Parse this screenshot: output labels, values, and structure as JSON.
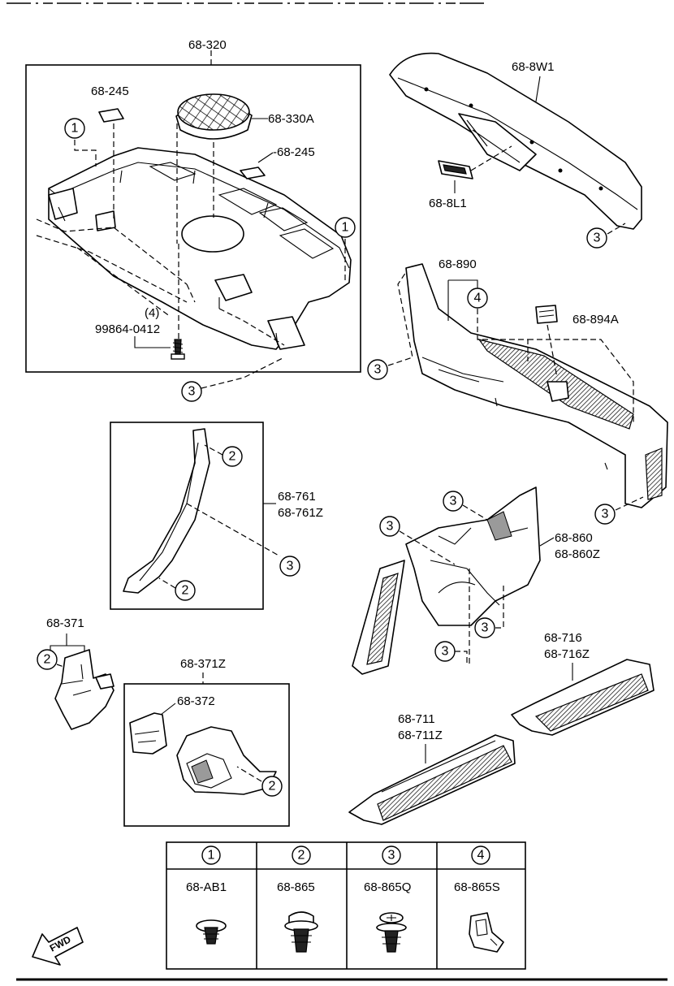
{
  "labels": {
    "shelf_group": "68-320",
    "shelf_clip_left": "68-245",
    "shelf_clip_right": "-68-245",
    "speaker_grille": "68-330A",
    "screw_qty": "(4)",
    "screw": "99864-0412",
    "upper_trim": "68-8W1",
    "upper_trim_lamp": "68-8L1",
    "side_trim": "68-890",
    "side_trim_clip": "68-894A",
    "pillar_trim": "68-761",
    "pillar_trim_alt": "68-761Z",
    "quarter_trim": "68-860",
    "quarter_trim_alt": "68-860Z",
    "lh_trim": "68-371",
    "rh_trim_group": "68-371Z",
    "rh_trim": "68-372",
    "rear_plate": "68-716",
    "rear_plate_alt": "68-716Z",
    "front_plate": "68-711",
    "front_plate_alt": "68-711Z",
    "fwd": "FWD"
  },
  "callouts": [
    "1",
    "2",
    "3",
    "4"
  ],
  "fastener_table": {
    "columns": [
      {
        "key": "1",
        "part": "68-AB1"
      },
      {
        "key": "2",
        "part": "68-865"
      },
      {
        "key": "3",
        "part": "68-865Q"
      },
      {
        "key": "4",
        "part": "68-865S"
      }
    ]
  }
}
